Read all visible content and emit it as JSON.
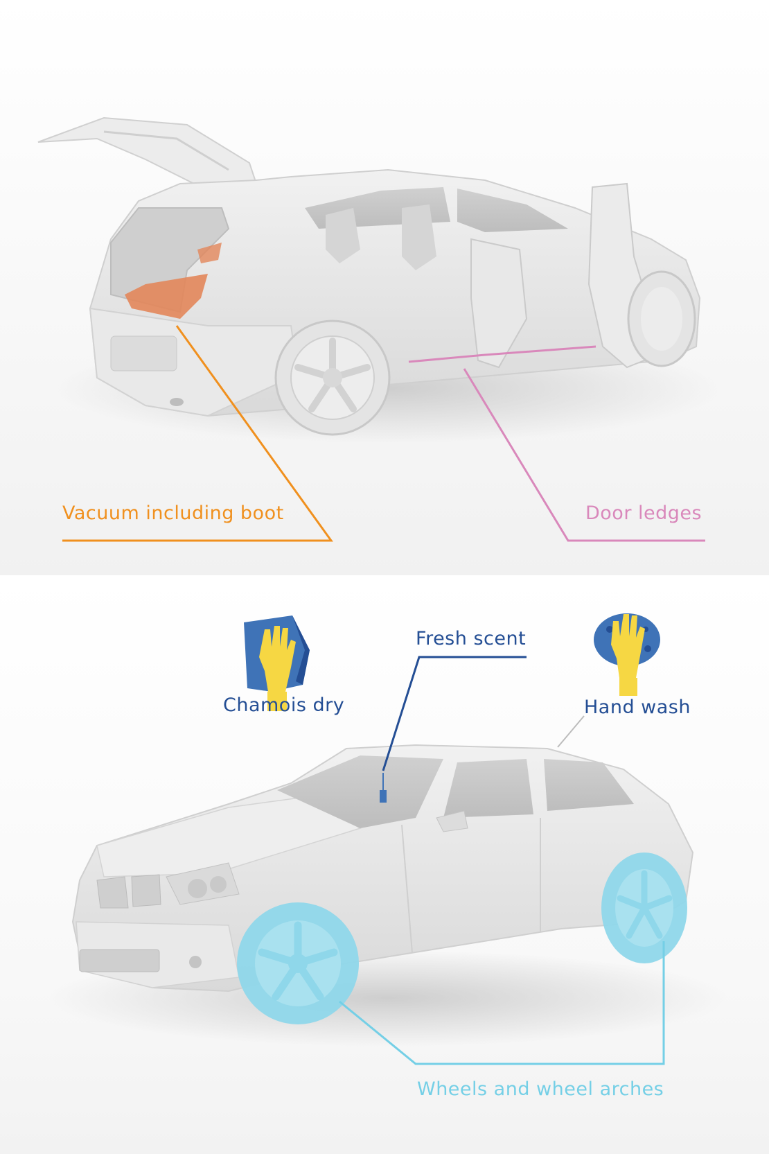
{
  "callouts": {
    "vacuum": "Vacuum including boot",
    "door_ledges": "Door ledges",
    "chamois": "Chamois dry",
    "fresh_scent": "Fresh scent",
    "hand_wash": "Hand wash",
    "wheels": "Wheels and wheel arches"
  },
  "icons": {
    "chamois": "glove-with-cloth-icon",
    "hand_wash": "glove-with-sponge-icon"
  },
  "colors": {
    "vacuum": "#f0901e",
    "door_ledges": "#d988bb",
    "dark_blue": "#244e94",
    "wheels": "#74cfe6",
    "glove": "#f6d743",
    "car_body": "#e6e6e6"
  }
}
